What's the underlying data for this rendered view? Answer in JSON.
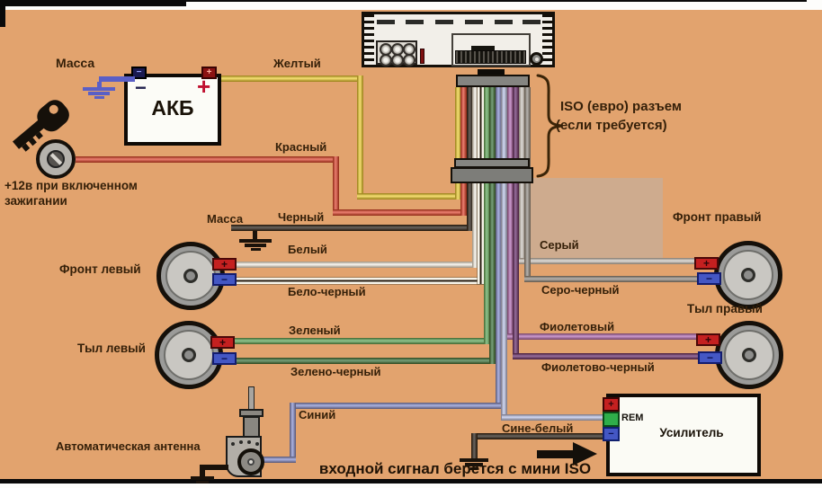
{
  "colors": {
    "background": "#e2a36e",
    "wire_yellow": "#f2d22a",
    "wire_red": "#e23a24",
    "wire_black": "#1a120a",
    "wire_white": "#f7f4ea",
    "wire_green": "#55a855",
    "wire_green_black": "#2f6e33",
    "wire_blue": "#7e8ad2",
    "wire_blue_white": "#b9c4ee",
    "wire_violet": "#b065b6",
    "wire_violet_black": "#5e2168",
    "wire_gray": "#cfccc6",
    "wire_gray_black": "#8f8b85",
    "terminal_plus_red": "#c42020",
    "terminal_minus_blue": "#4457c4",
    "terminal_rem_green": "#2fae4a"
  },
  "power": {
    "battery_label": "АКБ",
    "battery_minus": "−",
    "battery_plus": "+",
    "ground_top_label": "Масса",
    "ground_mid_label": "Масса",
    "ignition_note_line1": "+12в при включенном",
    "ignition_note_line2": "зажигании"
  },
  "wires": {
    "yellow": "Желтый",
    "red": "Красный",
    "black": "Черный",
    "white": "Белый",
    "white_black": "Бело-черный",
    "green": "Зеленый",
    "green_black": "Зелено-черный",
    "blue": "Синий",
    "blue_white": "Сине-белый",
    "gray": "Серый",
    "gray_black": "Серо-черный",
    "violet": "Фиолетовый",
    "violet_black": "Фиолетово-черный"
  },
  "iso_note": {
    "line1": "ISO (евро) разъем",
    "line2": "(если требуется)"
  },
  "speakers": {
    "front_left": "Фронт левый",
    "rear_left": "Тыл левый",
    "front_right": "Фронт правый",
    "rear_right": "Тыл правый",
    "plus": "+",
    "minus": "−"
  },
  "antenna": {
    "label": "Автоматическая антенна"
  },
  "amplifier": {
    "label": "Усилитель",
    "rem_label": "REM",
    "plus": "+",
    "minus": "−"
  },
  "bottom_note": "входной сигнал берется с мини ISO"
}
